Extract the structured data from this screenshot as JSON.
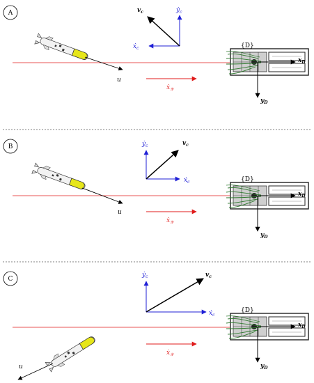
{
  "colors": {
    "black": "#000000",
    "blue": "#1f1fd6",
    "red": "#e01b1b",
    "hull": "#f2f2f2",
    "nose": "#e6e61a",
    "dock_green": "#2f7a2f",
    "separator": "#555555"
  },
  "panels": [
    {
      "tag": "A",
      "labels": {
        "v": "v",
        "v_sub": "c",
        "ydot": "ẏ",
        "ydot_sub": "c",
        "xdot": "ẋ",
        "xdot_sub": "c",
        "u": "u",
        "red": "ẋ",
        "red_sub": "𝒴",
        "frame": "{D}",
        "xD": "x",
        "xD_sub": "D",
        "yD": "y",
        "yD_sub": "D"
      }
    },
    {
      "tag": "B",
      "labels": {
        "v": "v",
        "v_sub": "c",
        "ydot": "ẏ",
        "ydot_sub": "c",
        "xdot": "ẋ",
        "xdot_sub": "c",
        "u": "u",
        "red": "ẋ",
        "red_sub": "𝒴",
        "frame": "{D}",
        "xD": "x",
        "xD_sub": "D",
        "yD": "y",
        "yD_sub": "D"
      }
    },
    {
      "tag": "C",
      "labels": {
        "v": "v",
        "v_sub": "c",
        "ydot": "ẏ",
        "ydot_sub": "c",
        "xdot": "ẋ",
        "xdot_sub": "c",
        "u": "u",
        "red": "ẋ",
        "red_sub": "𝒴",
        "frame": "{D}",
        "xD": "x",
        "xD_sub": "D",
        "yD": "y",
        "yD_sub": "D"
      }
    }
  ]
}
